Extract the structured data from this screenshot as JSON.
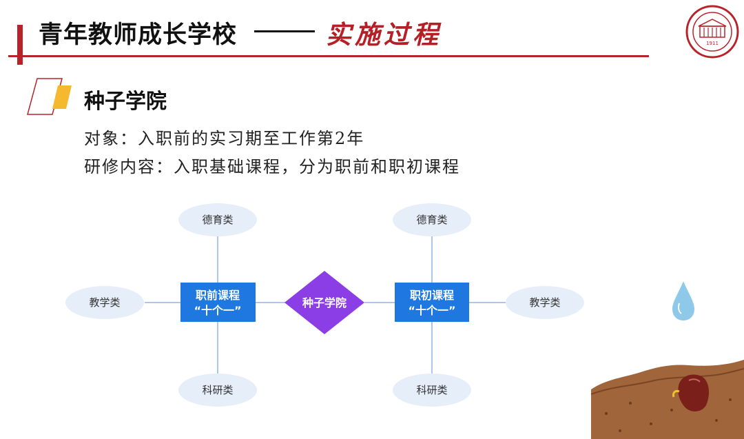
{
  "header": {
    "title": "青年教师成长学校",
    "subtitle": "实施过程",
    "accent_color": "#b8232a"
  },
  "logo": {
    "year": "1911"
  },
  "section": {
    "title": "种子学院",
    "target_line": "对象：入职前的实习期至工作第2年",
    "content_line": "研修内容：入职基础课程，分为职前和职初课程"
  },
  "diagram": {
    "center": {
      "label": "种子学院",
      "color": "#8b3ee6"
    },
    "left_hub": {
      "line1": "职前课程",
      "line2": "“十个一”",
      "color": "#1e78df",
      "top": "德育类",
      "left": "教学类",
      "bottom": "科研类"
    },
    "right_hub": {
      "line1": "职初课程",
      "line2": "“十个一”",
      "color": "#1e78df",
      "top": "德育类",
      "right": "教学类",
      "bottom": "科研类"
    },
    "oval_color": "#e6eef9",
    "connector_color": "#8fb4e3"
  }
}
